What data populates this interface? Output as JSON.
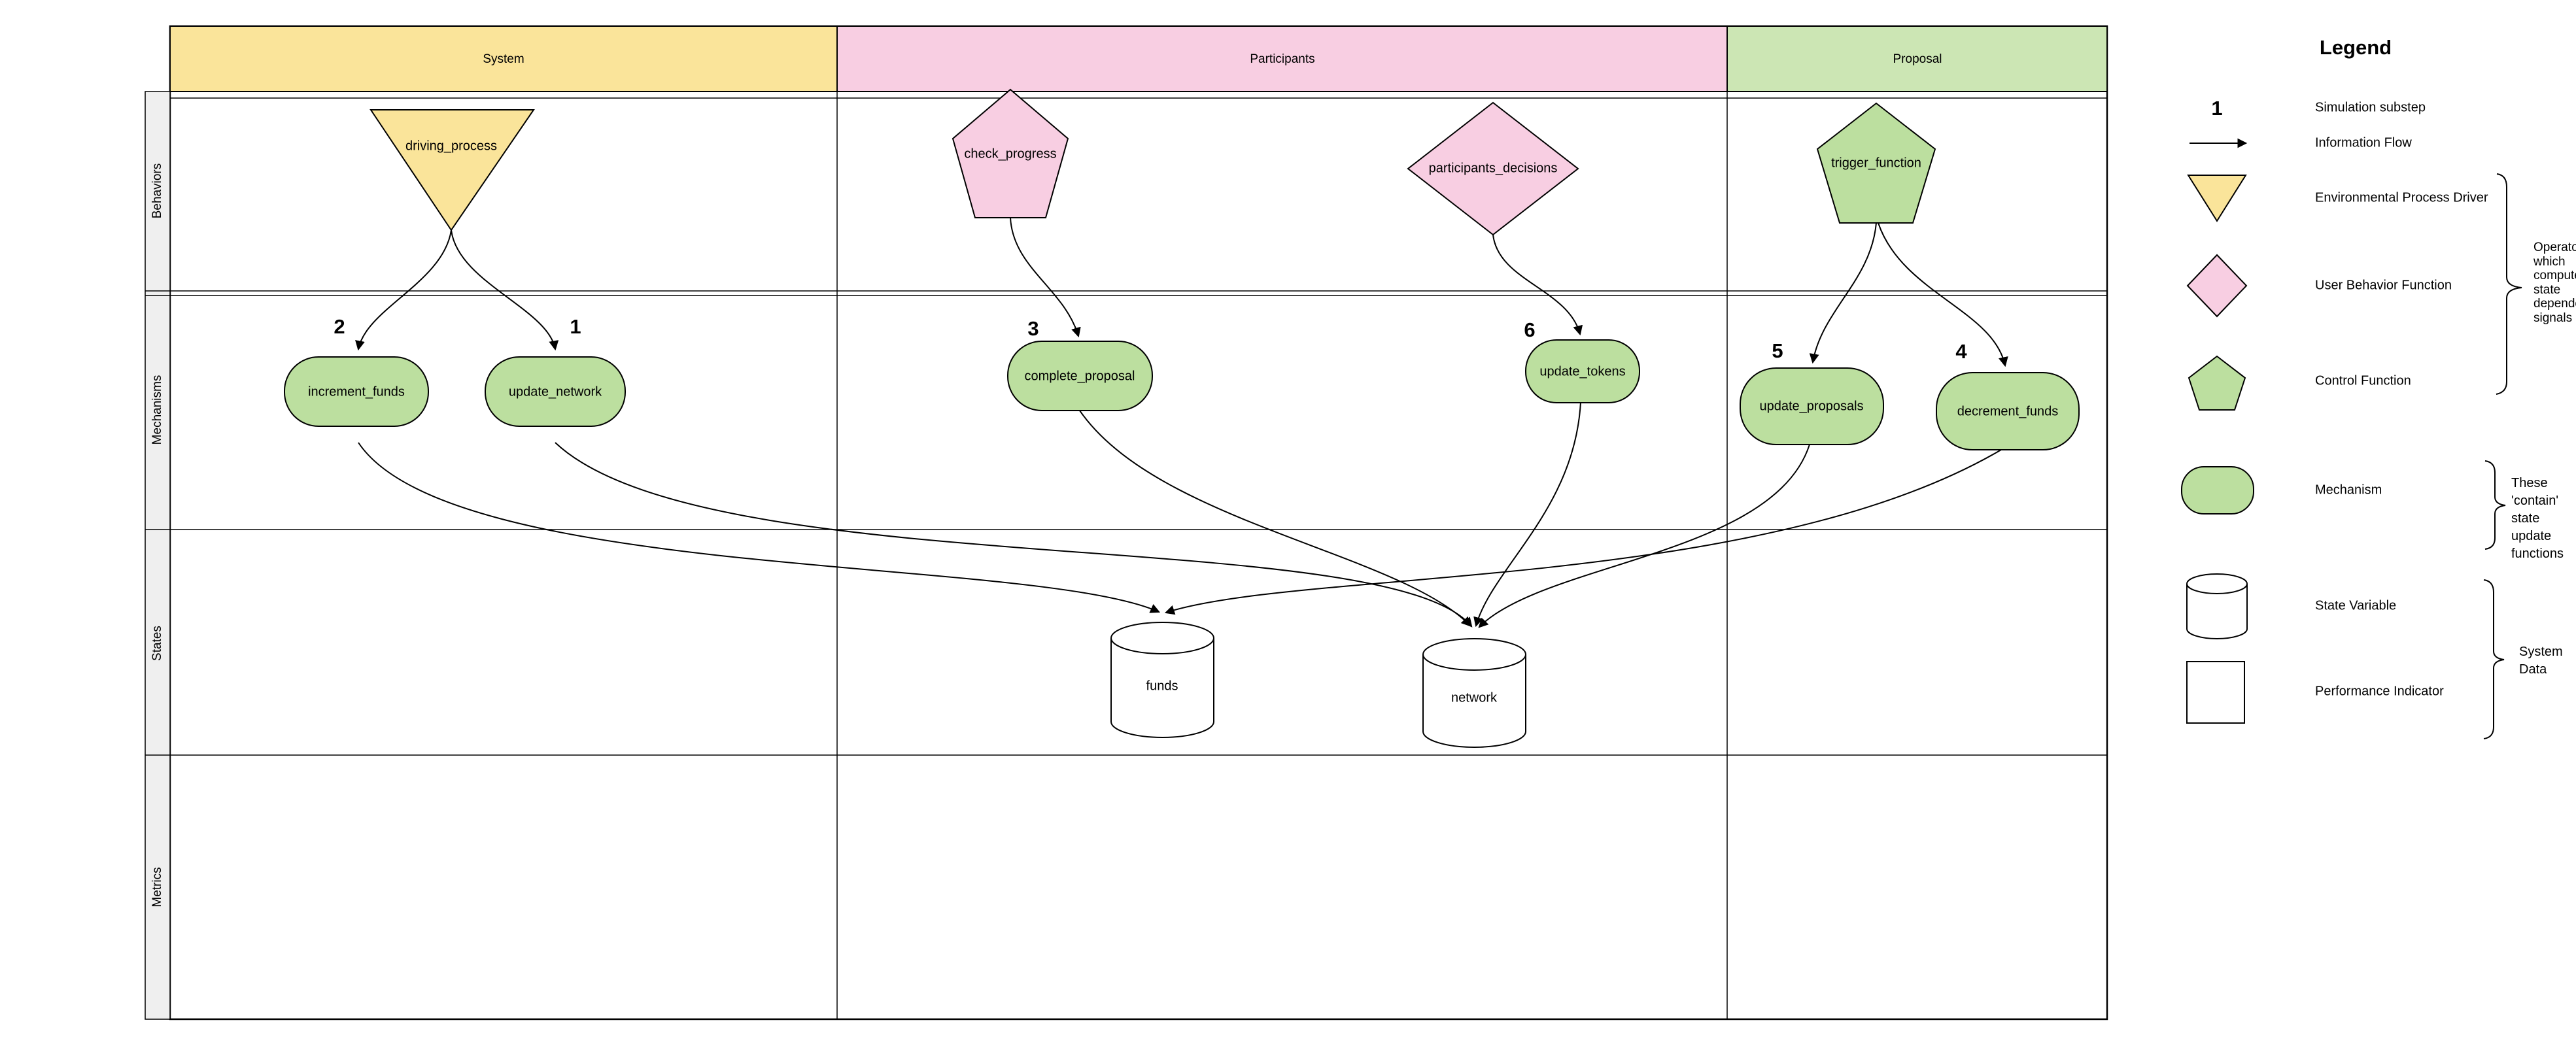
{
  "colors": {
    "yellow": "#FAE49A",
    "pink": "#F8CEE2",
    "green_node": "#BCDF9F",
    "green_header": "#CCE6B4",
    "lane_bg": "#EFEFEF"
  },
  "header": {
    "columns": [
      "System",
      "Participants",
      "Proposal"
    ]
  },
  "rows": [
    "Behaviors",
    "Mechanisms",
    "States",
    "Metrics"
  ],
  "nodes": {
    "driving_process": {
      "label": "driving_process"
    },
    "check_progress": {
      "label": "check_progress"
    },
    "participants_decisions": {
      "label": "participants_decisions"
    },
    "trigger_function": {
      "label": "trigger_function"
    },
    "increment_funds": {
      "label": "increment_funds",
      "substep": "2"
    },
    "update_network": {
      "label": "update_network",
      "substep": "1"
    },
    "complete_proposal": {
      "label": "complete_proposal",
      "substep": "3"
    },
    "update_tokens": {
      "label": "update_tokens",
      "substep": "6"
    },
    "update_proposals": {
      "label": "update_proposals",
      "substep": "5"
    },
    "decrement_funds": {
      "label": "decrement_funds",
      "substep": "4"
    },
    "funds": {
      "label": "funds"
    },
    "network": {
      "label": "network"
    }
  },
  "legend": {
    "title": "Legend",
    "substep_glyph": "1",
    "items": [
      {
        "symbol": "substep-number",
        "label": "Simulation substep"
      },
      {
        "symbol": "arrow",
        "label": "Information Flow"
      },
      {
        "symbol": "triangle-down",
        "label": "Environmental Process Driver"
      },
      {
        "symbol": "diamond",
        "label": "User Behavior Function"
      },
      {
        "symbol": "pentagon",
        "label": "Control Function"
      },
      {
        "symbol": "stadium",
        "label": "Mechanism"
      },
      {
        "symbol": "cylinder",
        "label": "State Variable"
      },
      {
        "symbol": "rectangle",
        "label": "Performance Indicator"
      }
    ],
    "annotations": {
      "signals": {
        "lines": [
          "Operators",
          "which",
          "compute",
          "state",
          "dependent",
          "signals"
        ]
      },
      "mechanism": {
        "lines": [
          "These",
          "'contain'",
          "state",
          "update",
          "functions"
        ]
      },
      "system_data": {
        "lines": [
          "System",
          "Data"
        ]
      }
    }
  }
}
